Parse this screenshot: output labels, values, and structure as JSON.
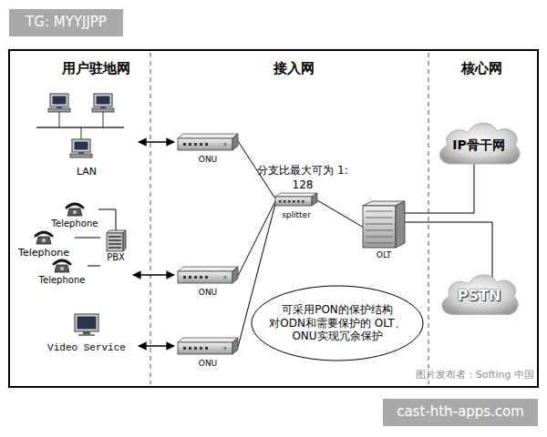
{
  "diagram": {
    "nodes": [
      {
        "text": [
          "LAN"
        ]
      },
      {
        "text": [
          "Telephone"
        ]
      },
      {
        "text": [
          "Telephone"
        ]
      },
      {
        "text": [
          "Telephone"
        ]
      },
      {
        "text": [
          "PBX"
        ]
      },
      {
        "text": [
          "Video Service"
        ]
      },
      {
        "text": [
          "ONU"
        ]
      },
      {
        "text": [
          "ONU"
        ]
      },
      {
        "text": [
          "ONU"
        ]
      },
      {
        "text": [
          "splitter"
        ]
      },
      {
        "text": [
          "OLT"
        ]
      },
      {
        "text": [
          "IP骨干网"
        ]
      },
      {
        "text": [
          "PSTN"
        ]
      },
      {
        "text": [
          "可采用PON的保护结构 对ODN和需要保护的 OLT、ONU实现冗余保护"
        ]
      }
    ],
    "edges": [
      {
        "from": 0,
        "to": 6,
        "arrow": "both"
      },
      {
        "from": 1,
        "to": 4,
        "arrow": "none"
      },
      {
        "from": 2,
        "to": 4,
        "arrow": "none"
      },
      {
        "from": 3,
        "to": 4,
        "arrow": "none"
      },
      {
        "from": 4,
        "to": 7,
        "arrow": "both"
      },
      {
        "from": 5,
        "to": 8,
        "arrow": "both"
      },
      {
        "from": 6,
        "to": 9,
        "arrow": "none"
      },
      {
        "from": 7,
        "to": 9,
        "arrow": "none"
      },
      {
        "from": 8,
        "to": 9,
        "arrow": "none"
      },
      {
        "from": 9,
        "to": 10,
        "arrow": "none"
      },
      {
        "from": 10,
        "to": 11,
        "arrow": "none"
      },
      {
        "from": 10,
        "to": 12,
        "arrow": "none"
      }
    ],
    "labels": [
      "TG: MYYJJPP",
      "用户驻地网",
      "接入网",
      "核心网",
      "分支比最大可为 1: 128",
      "图片发布者：Softing 中国",
      "cast-hth-apps.com"
    ]
  }
}
